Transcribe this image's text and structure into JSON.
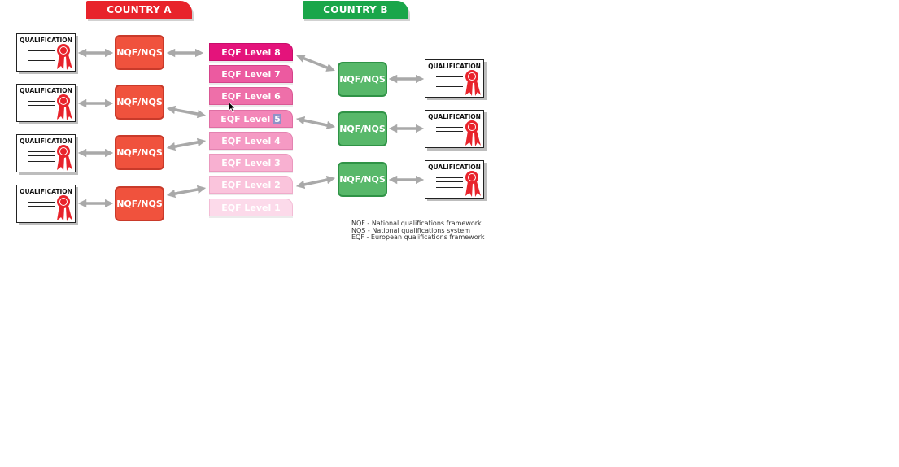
{
  "country_a": {
    "label": "COUNTRY A",
    "color": "#e8232b"
  },
  "country_b": {
    "label": "COUNTRY B",
    "color": "#1aa64a"
  },
  "qualification_label": "QUALIFICATION",
  "nqf_label": "NQF/NQS",
  "eqf_levels": [
    {
      "label": "EQF Level 8",
      "bg": "#e4137b",
      "border": "#c80e6b"
    },
    {
      "label": "EQF Level 7",
      "bg": "#ec5aa0",
      "border": "#d4428a"
    },
    {
      "label": "EQF Level 6",
      "bg": "#ee6fa9",
      "border": "#d95894"
    },
    {
      "label": "EQF Level ",
      "highlight": "5",
      "bg": "#f386b8",
      "border": "#df6ea3"
    },
    {
      "label": "EQF Level 4",
      "bg": "#f59ac4",
      "border": "#e383b1"
    },
    {
      "label": "EQF Level 3",
      "bg": "#f8b0d1",
      "border": "#ea98be"
    },
    {
      "label": "EQF Level 2",
      "bg": "#fac4dc",
      "border": "#efabca"
    },
    {
      "label": "EQF Level 1",
      "bg": "#fcdaea",
      "border": "#f3bdd6"
    }
  ],
  "legend": [
    "NQF - National qualifications framework",
    "NQS - National qualifications system",
    "EQF - European qualifications framework"
  ],
  "colors": {
    "arrow": "#a9a9a9",
    "seal": "#e8232b"
  }
}
